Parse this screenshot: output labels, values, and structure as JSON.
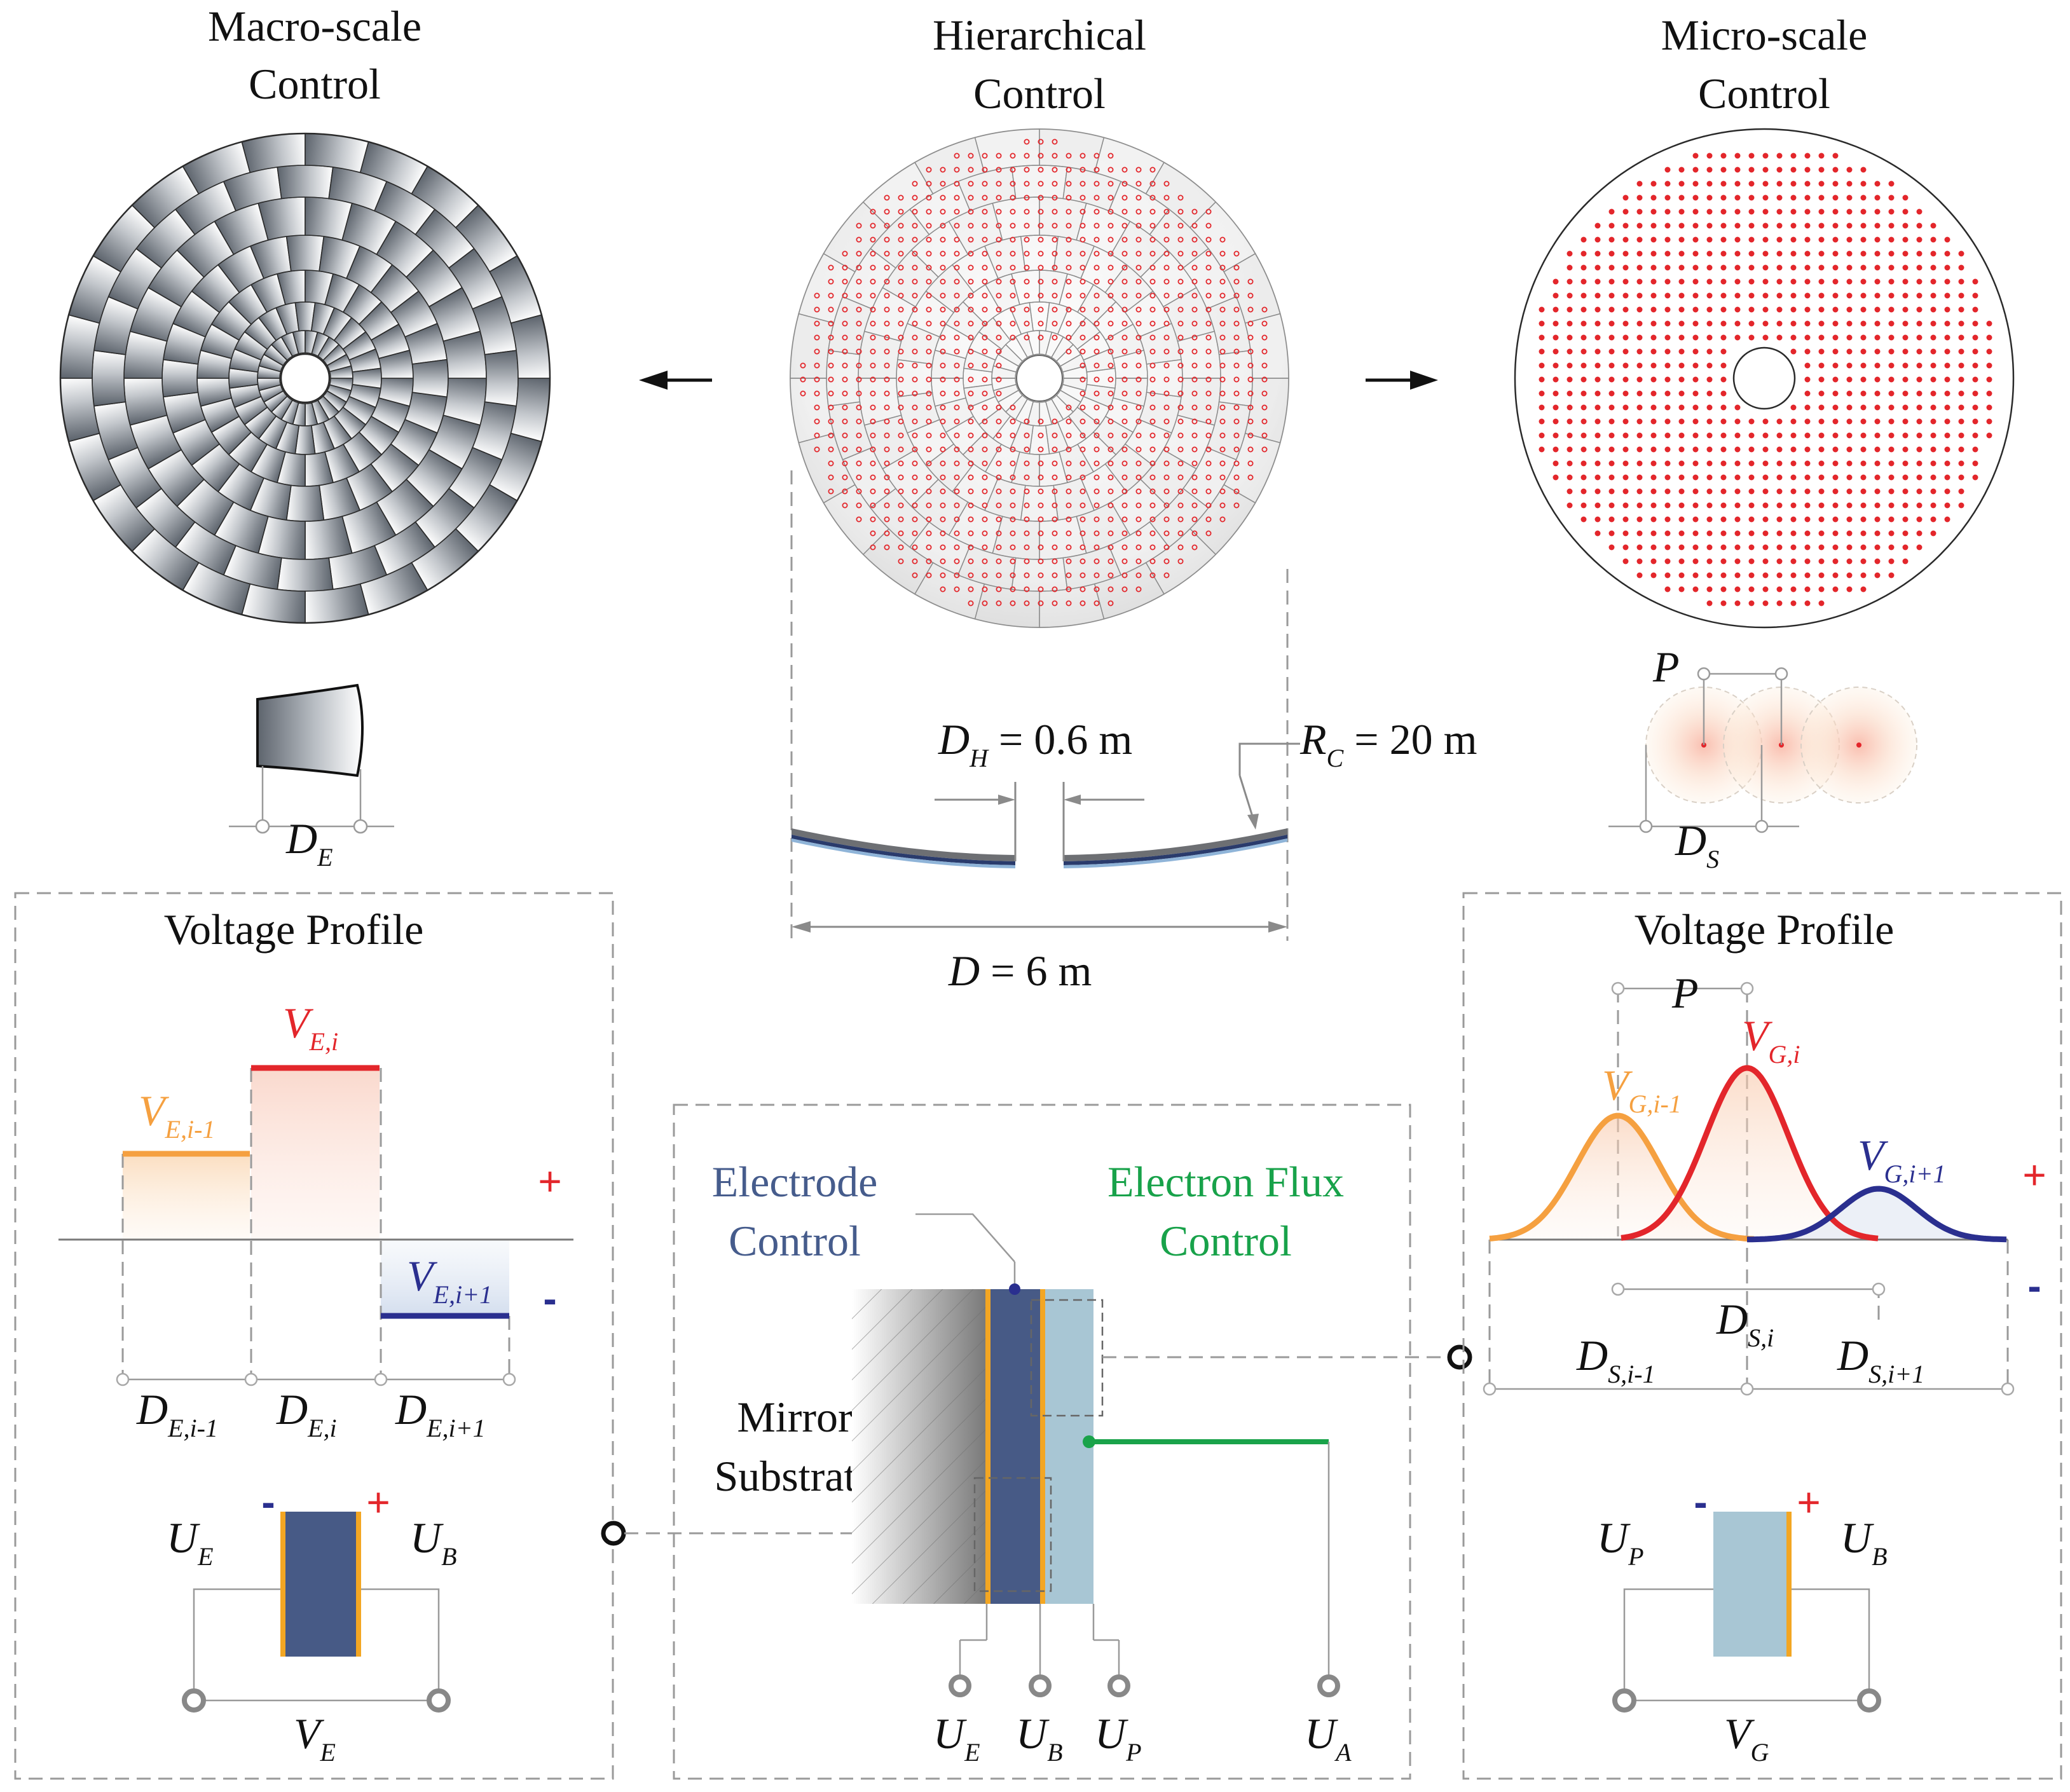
{
  "macro": {
    "title_line1": "Macro-scale",
    "title_line2": "Control",
    "element_label": "D",
    "element_label_sub": "E"
  },
  "hier": {
    "title_line1": "Hierarchical",
    "title_line2": "Control",
    "dh_sym": "D",
    "dh_sub": "H",
    "dh_value": " = 0.6 m",
    "rc_sym": "R",
    "rc_sub": "C",
    "rc_value": " = 20 m",
    "d_sym": "D",
    "d_value": " = 6 m"
  },
  "micro": {
    "title_line1": "Micro-scale",
    "title_line2": "Control",
    "pitch_label": "P",
    "spot_label": "D",
    "spot_label_sub": "S"
  },
  "left_panel": {
    "title": "Voltage Profile",
    "v_prev": "V",
    "v_prev_sub": "E,i-1",
    "v_cur": "V",
    "v_cur_sub": "E,i",
    "v_next": "V",
    "v_next_sub": "E,i+1",
    "plus": "+",
    "minus": "-",
    "d_prev": "D",
    "d_prev_sub": "E,i-1",
    "d_cur": "D",
    "d_cur_sub": "E,i",
    "d_next": "D",
    "d_next_sub": "E,i+1",
    "ue": "U",
    "ue_sub": "E",
    "ub": "U",
    "ub_sub": "B",
    "ve": "V",
    "ve_sub": "E",
    "cap_minus": "-",
    "cap_plus": "+"
  },
  "center_panel": {
    "electrode_line1": "Electrode",
    "electrode_line2": "Control",
    "flux_line1": "Electron Flux",
    "flux_line2": "Control",
    "mirror_line1": "Mirror",
    "mirror_line2": "Substrate",
    "ue": "U",
    "ue_sub": "E",
    "ub": "U",
    "ub_sub": "B",
    "up": "U",
    "up_sub": "P",
    "ua": "U",
    "ua_sub": "A"
  },
  "right_panel": {
    "title": "Voltage Profile",
    "pitch_label": "P",
    "vg_prev": "V",
    "vg_prev_sub": "G,i-1",
    "vg_cur": "V",
    "vg_cur_sub": "G,i",
    "vg_next": "V",
    "vg_next_sub": "G,i+1",
    "plus": "+",
    "minus": "-",
    "ds_cur": "D",
    "ds_cur_sub": "S,i",
    "ds_prev": "D",
    "ds_prev_sub": "S,i-1",
    "ds_next": "D",
    "ds_next_sub": "S,i+1",
    "up": "U",
    "up_sub": "P",
    "ub": "U",
    "ub_sub": "B",
    "vg": "V",
    "vg_sub": "G",
    "cap_minus": "-",
    "cap_plus": "+"
  },
  "colors": {
    "red": "#e3262b",
    "orange": "#f5a040",
    "navy": "#2a2f8f",
    "electrode": "#475a86",
    "gold": "#f3a623",
    "flux_layer": "#a8c6d4",
    "green": "#1aa34a",
    "label_blue": "#465c8c",
    "label_green": "#18a24a"
  }
}
